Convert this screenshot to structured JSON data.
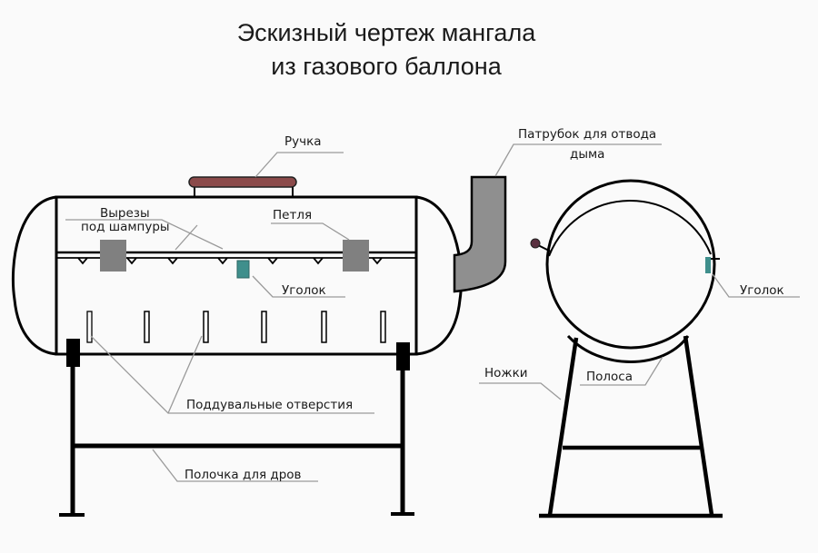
{
  "title": {
    "line1": "Эскизный чертеж мангала",
    "line2": "из газового баллона"
  },
  "labels": {
    "handle": "Ручка",
    "skewer_cutouts_line1": "Вырезы",
    "skewer_cutouts_line2": "под шампуры",
    "hinge": "Петля",
    "corner_front": "Уголок",
    "air_holes": "Поддувальные отверстия",
    "wood_shelf": "Полочка для дров",
    "smoke_pipe_line1": "Патрубок для отвода",
    "smoke_pipe_line2": "дыма",
    "corner_side": "Уголок",
    "legs": "Ножки",
    "strip": "Полоса"
  },
  "colors": {
    "handle": "#8b4a4a",
    "hinge": "#808080",
    "corner": "#3f8f8c",
    "smoke_pipe": "#8f8f8f",
    "knob": "#5a3040",
    "leader": "#9a9a9a",
    "ink": "#000000"
  }
}
